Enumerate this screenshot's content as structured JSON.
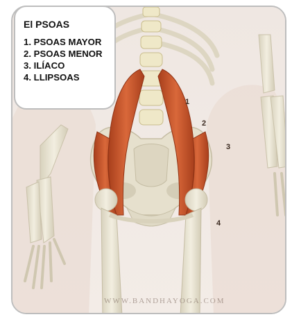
{
  "legend": {
    "title": "El PSOAS",
    "items": [
      "1. PSOAS MAYOR",
      "2. PSOAS MENOR",
      "3. ILÍACO",
      "4. LLIPSOAS"
    ]
  },
  "figure_numbers": [
    "1",
    "2",
    "3",
    "4"
  ],
  "watermark": "WWW.BANDHAYOGA.COM",
  "colors": {
    "muscle": "#c8562e",
    "bone": "#e9e4d2",
    "border": "#bdbdbd"
  }
}
